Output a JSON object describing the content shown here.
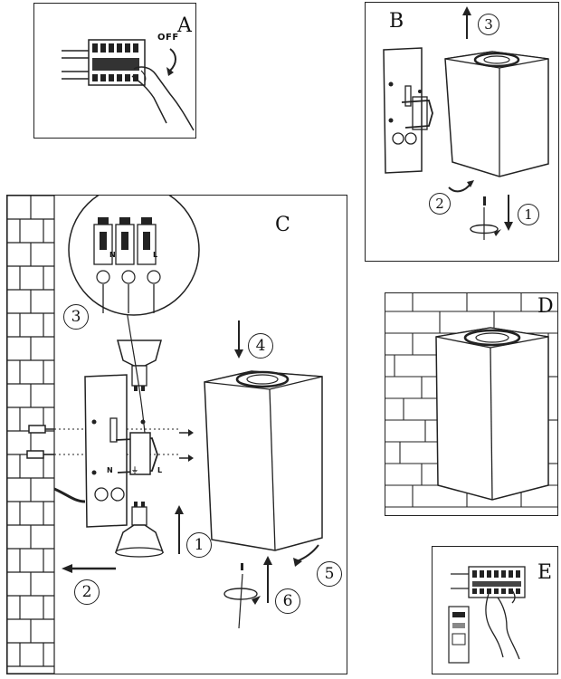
{
  "panels": {
    "A": {
      "label": "A",
      "off_text": "OFF"
    },
    "B": {
      "label": "B",
      "steps": [
        "1",
        "2",
        "3"
      ]
    },
    "C": {
      "label": "C",
      "steps": [
        "1",
        "2",
        "3",
        "4",
        "5",
        "6"
      ],
      "terminals": [
        "N",
        "⏚",
        "L"
      ],
      "block_letters": [
        "N",
        "L"
      ]
    },
    "D": {
      "label": "D"
    },
    "E": {
      "label": "E"
    }
  }
}
